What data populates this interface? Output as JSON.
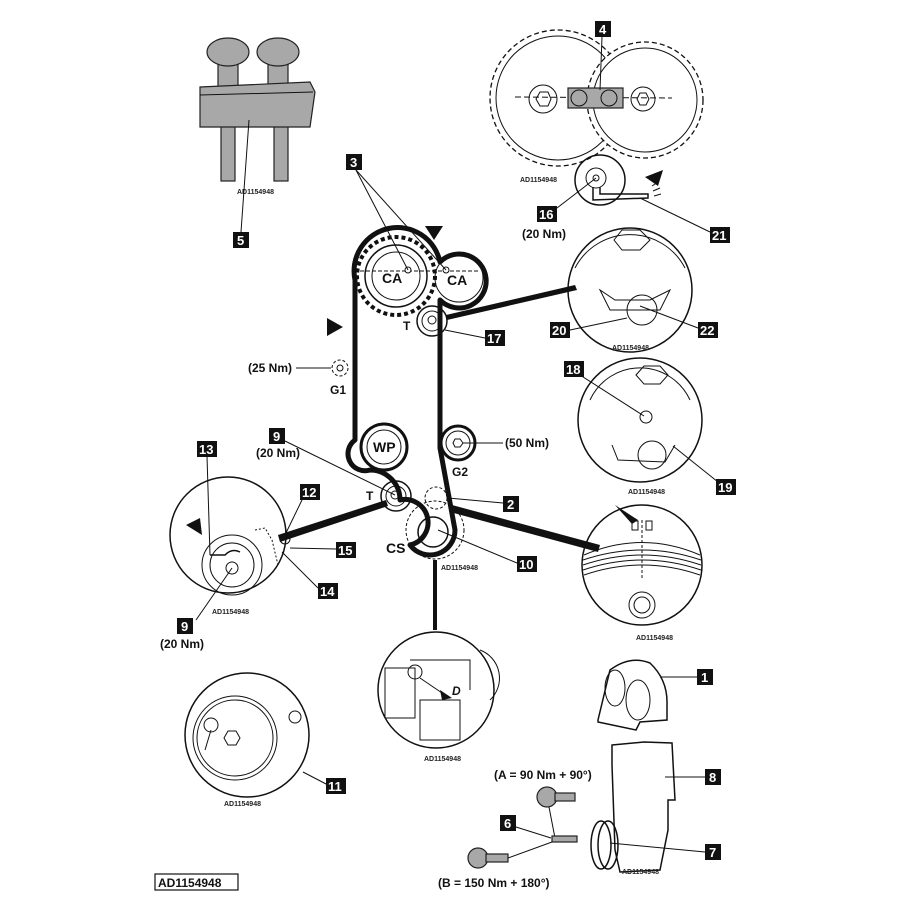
{
  "diagram": {
    "title_code": "AD1154948",
    "figure_code": "AD1154948",
    "colors": {
      "ink": "#111111",
      "tool_grey": "#a8a8a8",
      "background": "#ffffff"
    }
  },
  "pulleys": {
    "camshaft_left": "CA",
    "camshaft_right": "CA",
    "tensioner_top": "T",
    "tensioner_bottom": "T",
    "water_pump": "WP",
    "guide_1": "G1",
    "guide_2": "G2",
    "crankshaft": "CS"
  },
  "torques": {
    "guide_1": "(25 Nm)",
    "guide_2": "(50 Nm)",
    "item_9_main": "(20 Nm)",
    "item_9_detail": "(20 Nm)",
    "item_16": "(20 Nm)",
    "bolt_a": "(A = 90 Nm + 90°)",
    "bolt_b": "(B = 150 Nm + 180°)"
  },
  "callouts": {
    "c1": "1",
    "c2": "2",
    "c3": "3",
    "c4": "4",
    "c5": "5",
    "c6": "6",
    "c7": "7",
    "c8": "8",
    "c9a": "9",
    "c9b": "9",
    "c10": "10",
    "c11": "11",
    "c12": "12",
    "c13": "13",
    "c14": "14",
    "c15": "15",
    "c16": "16",
    "c17": "17",
    "c18": "18",
    "c19": "19",
    "c20": "20",
    "c21": "21",
    "c22": "22"
  },
  "detail_marks": {
    "alignment_mark": "D"
  }
}
